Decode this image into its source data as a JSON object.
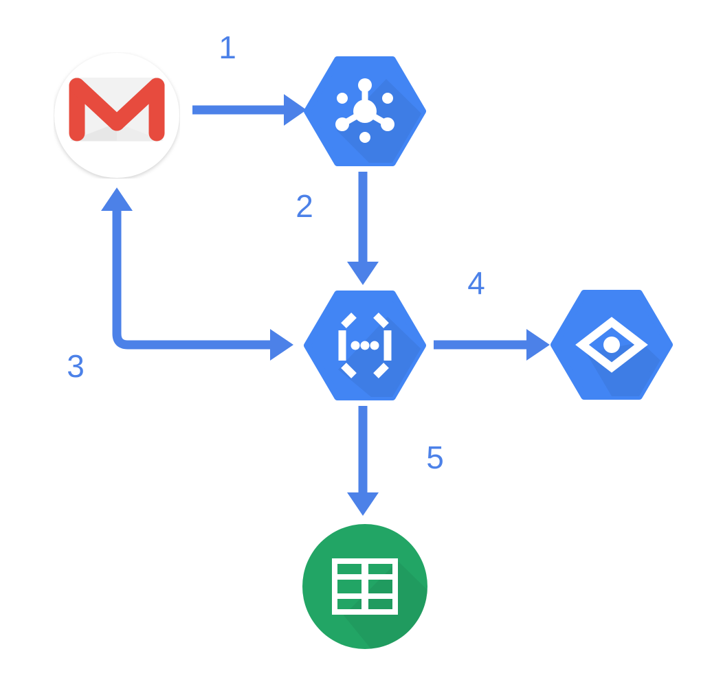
{
  "diagram": {
    "colors": {
      "node_blue": "#4285F4",
      "arrow_blue": "#4C81E8",
      "gmail_red": "#E74B3E",
      "envelope_face": "#F2F2F2",
      "envelope_shade": "#E7E7E7",
      "sheets_green": "#22A565",
      "icon_white": "#FFFFFF",
      "background": "#FFFFFF"
    },
    "nodes": [
      {
        "id": "gmail",
        "icon": "gmail-icon",
        "shape": "circle"
      },
      {
        "id": "pubsub",
        "icon": "pubsub-icon",
        "shape": "hexagon"
      },
      {
        "id": "cloud-functions",
        "icon": "cloud-functions-icon",
        "shape": "hexagon"
      },
      {
        "id": "vision",
        "icon": "vision-icon",
        "shape": "hexagon"
      },
      {
        "id": "sheets",
        "icon": "sheets-icon",
        "shape": "circle"
      }
    ],
    "steps": [
      {
        "label": "1",
        "from": "gmail",
        "to": "pubsub",
        "bidirectional": false
      },
      {
        "label": "2",
        "from": "pubsub",
        "to": "cloud-functions",
        "bidirectional": false
      },
      {
        "label": "3",
        "from": "cloud-functions",
        "to": "gmail",
        "bidirectional": true
      },
      {
        "label": "4",
        "from": "cloud-functions",
        "to": "vision",
        "bidirectional": false
      },
      {
        "label": "5",
        "from": "cloud-functions",
        "to": "sheets",
        "bidirectional": false
      }
    ]
  }
}
